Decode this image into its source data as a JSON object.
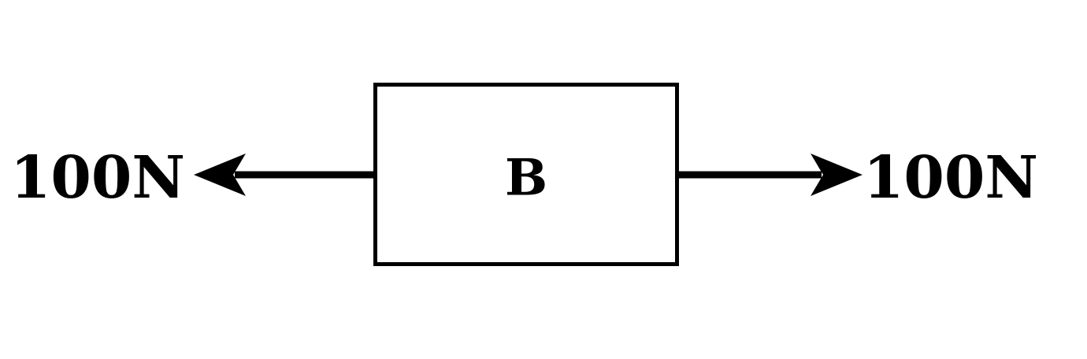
{
  "block": {
    "label": "B"
  },
  "forces": [
    {
      "label": "100N",
      "direction": "left"
    },
    {
      "label": "100N",
      "direction": "right"
    }
  ],
  "colors": {
    "background": "#ffffff",
    "ink": "#000000"
  }
}
